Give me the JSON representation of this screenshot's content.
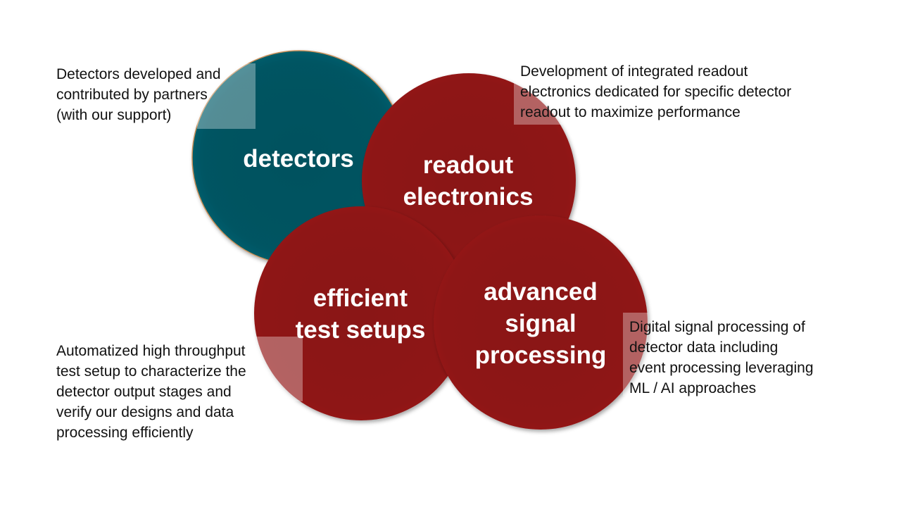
{
  "circles": {
    "detectors": {
      "label_lines": [
        "detectors"
      ],
      "color": "#00515E"
    },
    "readout": {
      "label_lines": [
        "readout",
        "electronics"
      ],
      "color": "#8E1515"
    },
    "test": {
      "label_lines": [
        "efficient",
        "test setups"
      ],
      "color": "#8E1515"
    },
    "signal": {
      "label_lines": [
        "advanced",
        "signal",
        "processing"
      ],
      "color": "#8E1515"
    }
  },
  "descriptions": {
    "detectors": [
      "Detectors developed and",
      "contributed by partners",
      "(with our support)"
    ],
    "readout": [
      "Development of integrated readout",
      "electronics dedicated for specific detector",
      "readout to maximize performance"
    ],
    "test": [
      "Automatized high throughput",
      "test setup to characterize the",
      "detector output stages and",
      "verify our designs and data",
      "processing efficiently"
    ],
    "signal": [
      "Digital signal processing of",
      "detector data including",
      "event processing leveraging",
      "ML / AI approaches"
    ]
  }
}
